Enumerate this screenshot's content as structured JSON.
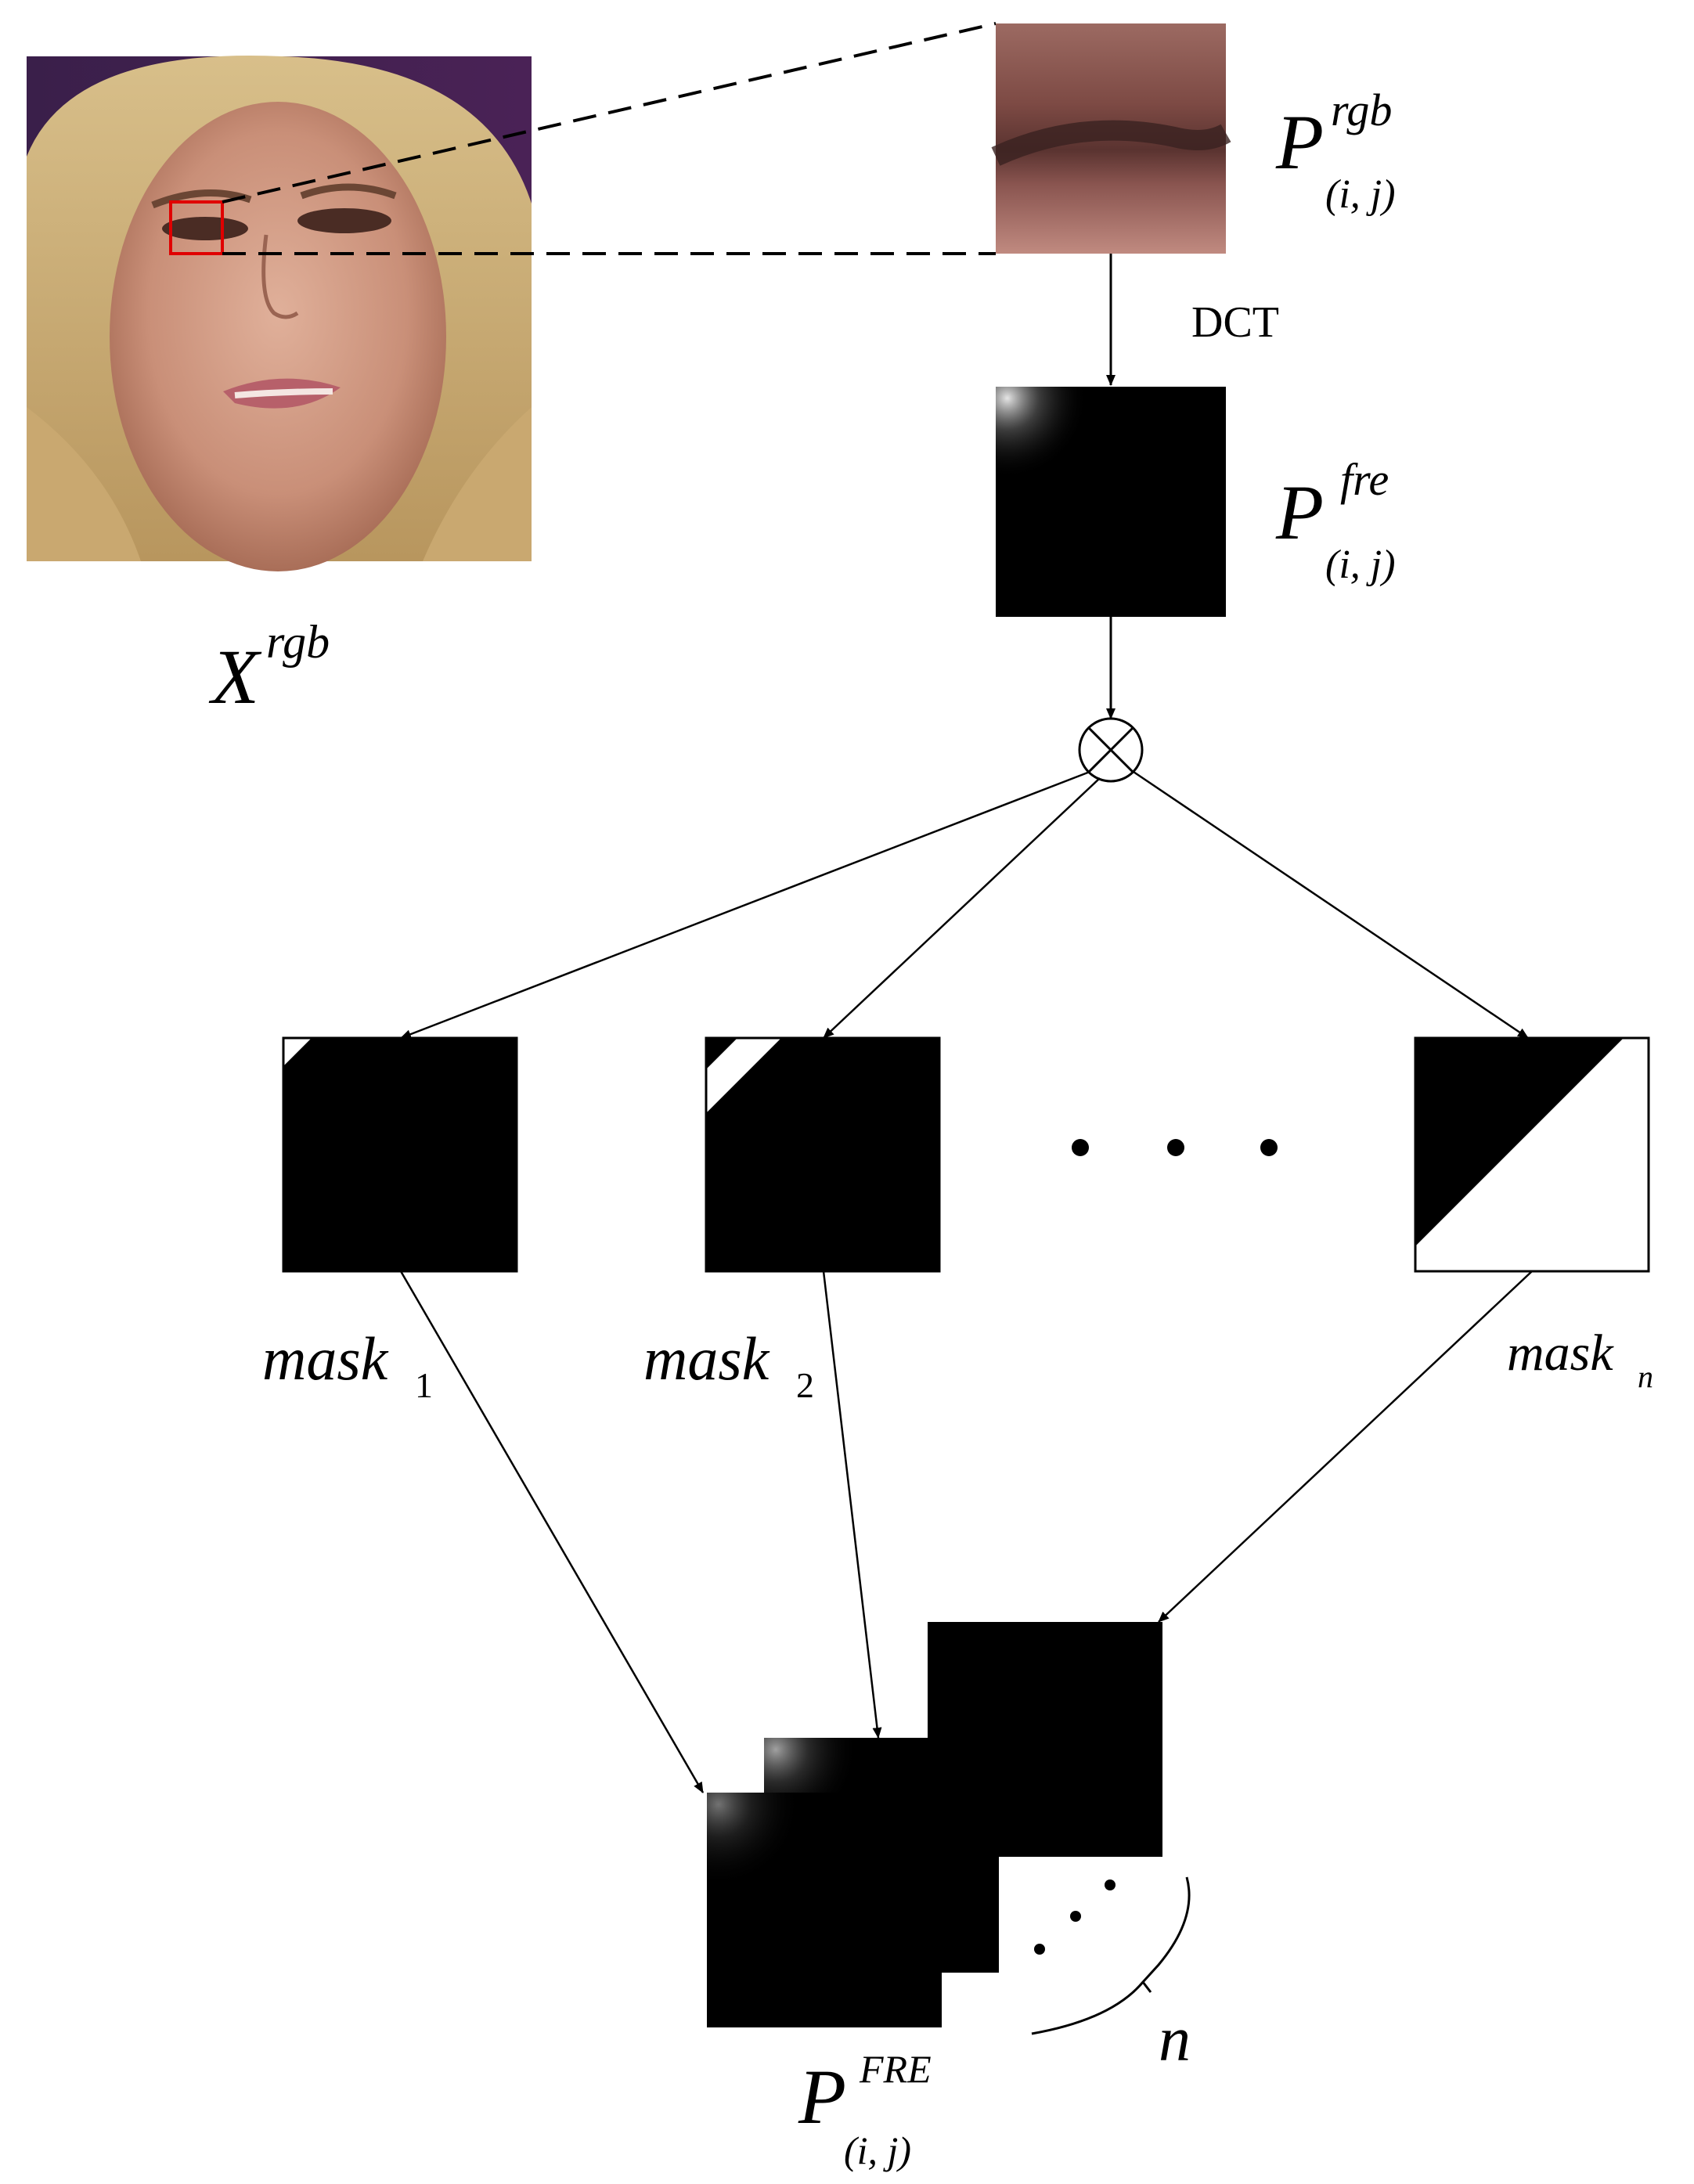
{
  "labels": {
    "x_rgb": {
      "base": "X",
      "sup": "rgb"
    },
    "p_rgb": {
      "base": "P",
      "sup": "rgb",
      "sub": "(i, j)"
    },
    "dct": "DCT",
    "p_fre": {
      "base": "P",
      "sup": "fre",
      "sub": "(i, j)"
    },
    "mask1": {
      "base": "mask",
      "sub": "1"
    },
    "mask2": {
      "base": "mask",
      "sub": "2"
    },
    "maskn": {
      "base": "mask",
      "sub": "n"
    },
    "p_FRE": {
      "base": "P",
      "sup": "FRE",
      "sub": "(i, j)"
    },
    "n": "n"
  },
  "colors": {
    "highlight_box": "#e00000",
    "block_fill": "#000000",
    "line": "#000000"
  },
  "icons": {
    "multiply": "circle-times-icon"
  }
}
